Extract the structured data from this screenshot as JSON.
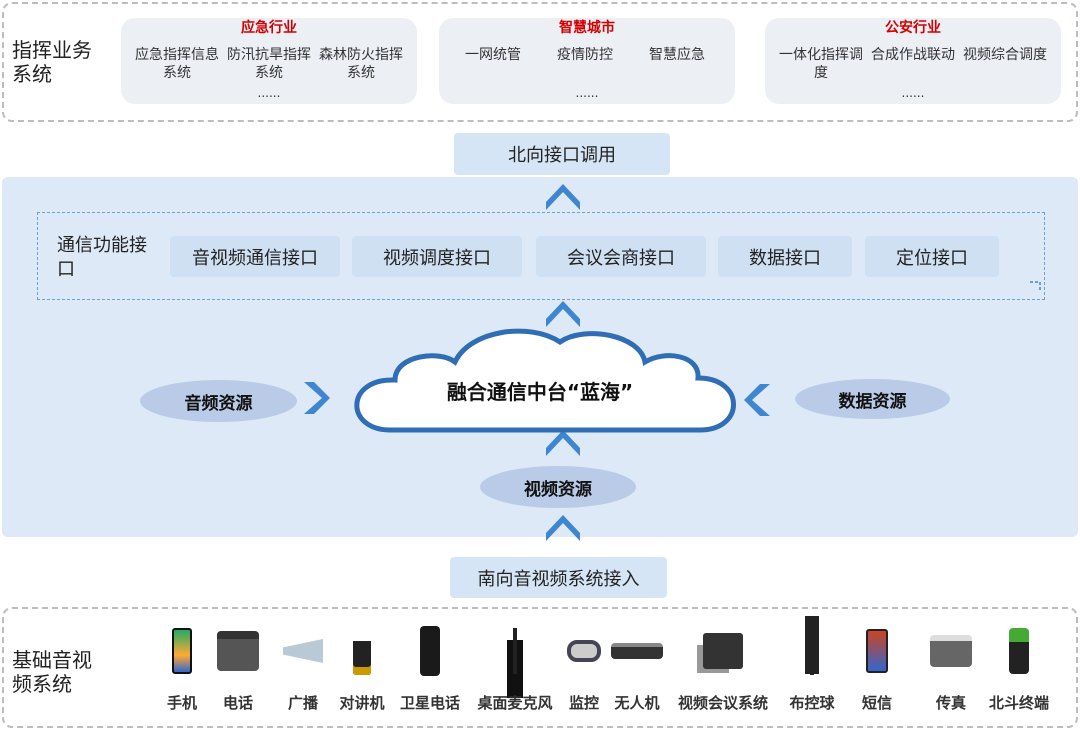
{
  "top": {
    "label": "指挥业务系统",
    "groups": [
      {
        "title": "应急行业",
        "items": [
          "应急指挥信息系统",
          "防汛抗旱指挥系统",
          "森林防火指挥系统"
        ],
        "more": "......"
      },
      {
        "title": "智慧城市",
        "items": [
          "一网统管",
          "疫情防控",
          "智慧应急"
        ],
        "more": "......"
      },
      {
        "title": "公安行业",
        "items": [
          "一体化指挥调度",
          "合成作战联动",
          "视频综合调度"
        ],
        "more": "......"
      }
    ]
  },
  "north": "北向接口调用",
  "interfaces": {
    "label": "通信功能接口",
    "items": [
      "音视频通信接口",
      "视频调度接口",
      "会议会商接口",
      "数据接口",
      "定位接口"
    ]
  },
  "cloud": "融合通信中台“蓝海”",
  "resources": {
    "audio": "音频资源",
    "data": "数据资源",
    "video": "视频资源"
  },
  "south": "南向音视频系统接入",
  "bottom": {
    "label": "基础音视频系统",
    "devices": [
      "手机",
      "电话",
      "广播",
      "对讲机",
      "卫星电话",
      "桌面麦克风",
      "监控",
      "无人机",
      "视频会议系统",
      "布控球",
      "短信",
      "传真",
      "北斗终端"
    ]
  },
  "colors": {
    "accent_red": "#d40000",
    "panel": "#dde9f6",
    "cloud_stroke": "#2f6db5",
    "chevron": "#3f86d0"
  }
}
